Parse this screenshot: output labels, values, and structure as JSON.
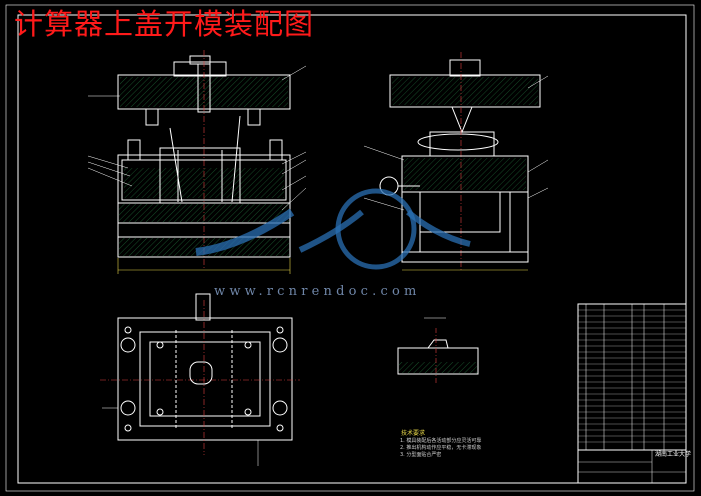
{
  "drawing": {
    "title": "计算器上盖开模装配图",
    "watermark_url": "www.rcnrendoc.com",
    "tech_requirements_title": "技术要求",
    "tech_requirements": [
      "1. 模具装配后各活动部分应灵活可靠",
      "2. 推出机构动作应平稳，无卡滞现象",
      "3. 分型面贴合严密"
    ],
    "school": "湖南工业大学",
    "colors": {
      "background": "#000000",
      "title": "#ff1a1a",
      "lines": "#ffffff",
      "hatch": "#39c96a",
      "center_lines": "#e04040",
      "dimensions": "#e8d84a",
      "watermark": "#2a6fb3"
    }
  }
}
